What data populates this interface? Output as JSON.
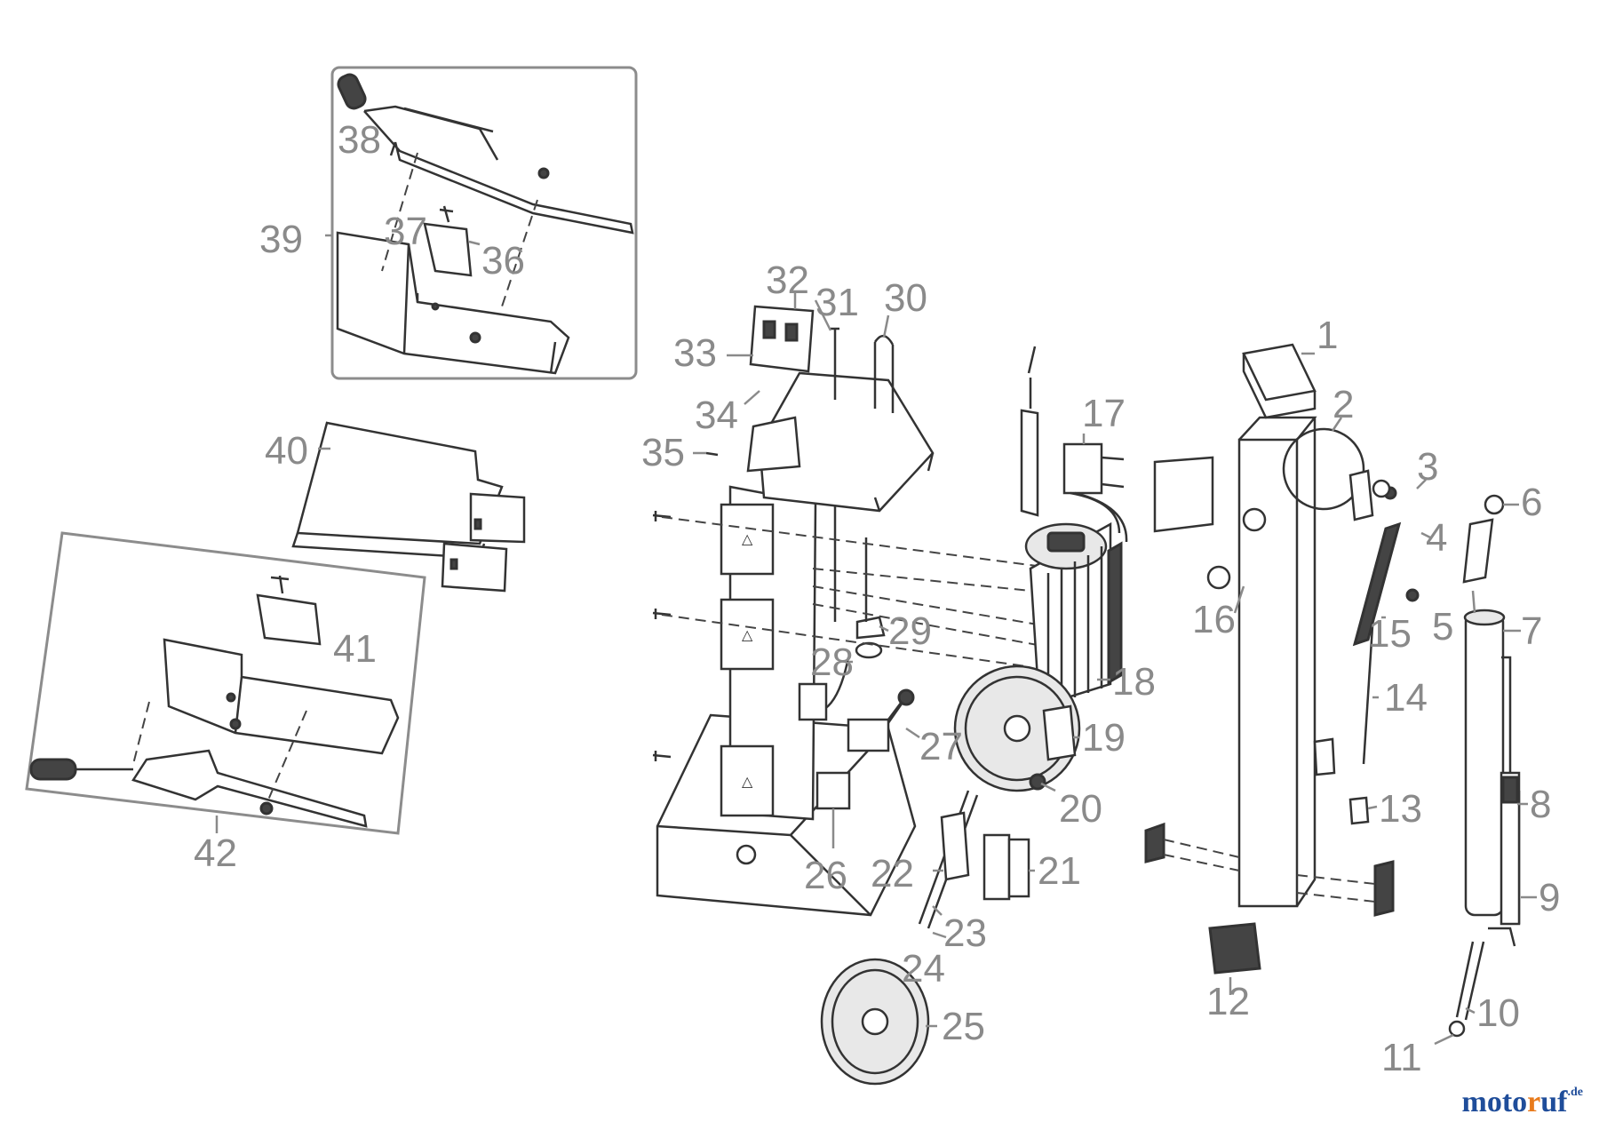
{
  "parts": {
    "p1": "1",
    "p2": "2",
    "p3": "3",
    "p4": "4",
    "p5": "5",
    "p6": "6",
    "p7": "7",
    "p8": "8",
    "p9": "9",
    "p10": "10",
    "p11": "11",
    "p12": "12",
    "p13": "13",
    "p14": "14",
    "p15": "15",
    "p16": "16",
    "p17": "17",
    "p18": "18",
    "p19": "19",
    "p20": "20",
    "p21": "21",
    "p22": "22",
    "p23": "23",
    "p24": "24",
    "p25": "25",
    "p26": "26",
    "p27": "27",
    "p28": "28",
    "p29": "29",
    "p30": "30",
    "p31": "31",
    "p32": "32",
    "p33": "33",
    "p34": "34",
    "p35": "35",
    "p36": "36",
    "p37": "37",
    "p38": "38",
    "p39": "39",
    "p40": "40",
    "p41": "41",
    "p42": "42"
  },
  "brand": {
    "name_a": "moto",
    "name_b": "r",
    "name_c": "uf",
    "tld": ".de"
  },
  "colors": {
    "label": "#8a8a8a",
    "line": "#333333",
    "brand_blue": "#1f4d9a",
    "brand_orange": "#e87b1d"
  }
}
